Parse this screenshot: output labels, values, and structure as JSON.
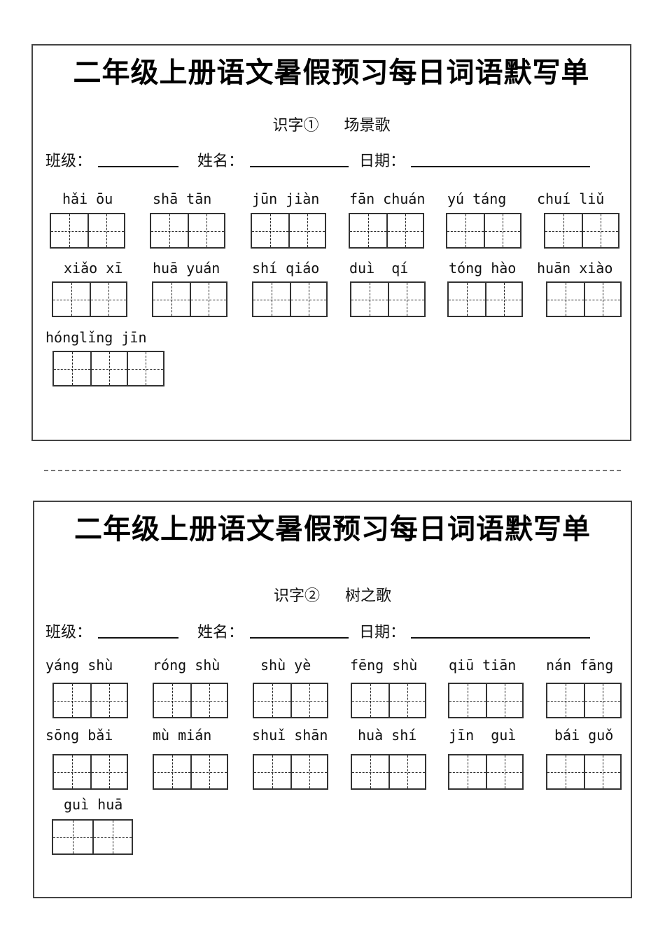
{
  "sheets": [
    {
      "title": "二年级上册语文暑假预习每日词语默写单",
      "lesson": {
        "number": "识字①",
        "name": "场景歌"
      },
      "fields": {
        "class_label": "班级：",
        "name_label": "姓名：",
        "date_label": "日期："
      },
      "words": [
        {
          "pinyin": "hǎi ōu",
          "chars": 2
        },
        {
          "pinyin": "shā tān",
          "chars": 2
        },
        {
          "pinyin": "jūn jiàn",
          "chars": 2
        },
        {
          "pinyin": "fān chuán",
          "chars": 2
        },
        {
          "pinyin": "yú táng",
          "chars": 2
        },
        {
          "pinyin": "chuí liǔ",
          "chars": 2
        },
        {
          "pinyin": "xiǎo xī",
          "chars": 2
        },
        {
          "pinyin": "huā yuán",
          "chars": 2
        },
        {
          "pinyin": "shí qiáo",
          "chars": 2
        },
        {
          "pinyin": "duì  qí",
          "chars": 2
        },
        {
          "pinyin": "tóng hào",
          "chars": 2
        },
        {
          "pinyin": "huān xiào",
          "chars": 2
        },
        {
          "pinyin": "hónglǐng jīn",
          "chars": 3
        }
      ]
    },
    {
      "title": "二年级上册语文暑假预习每日词语默写单",
      "lesson": {
        "number": "识字②",
        "name": "树之歌"
      },
      "fields": {
        "class_label": "班级：",
        "name_label": "姓名：",
        "date_label": "日期："
      },
      "words": [
        {
          "pinyin": "yáng shù",
          "chars": 2
        },
        {
          "pinyin": "róng shù",
          "chars": 2
        },
        {
          "pinyin": "shù yè",
          "chars": 2
        },
        {
          "pinyin": "fēng shù",
          "chars": 2
        },
        {
          "pinyin": "qiū tiān",
          "chars": 2
        },
        {
          "pinyin": "nán fāng",
          "chars": 2
        },
        {
          "pinyin": "sōng bǎi",
          "chars": 2
        },
        {
          "pinyin": "mù mián",
          "chars": 2
        },
        {
          "pinyin": "shuǐ shān",
          "chars": 2
        },
        {
          "pinyin": "huà shí",
          "chars": 2
        },
        {
          "pinyin": "jīn  guì",
          "chars": 2
        },
        {
          "pinyin": "bái guǒ",
          "chars": 2
        },
        {
          "pinyin": "guì huā",
          "chars": 2
        }
      ]
    }
  ]
}
